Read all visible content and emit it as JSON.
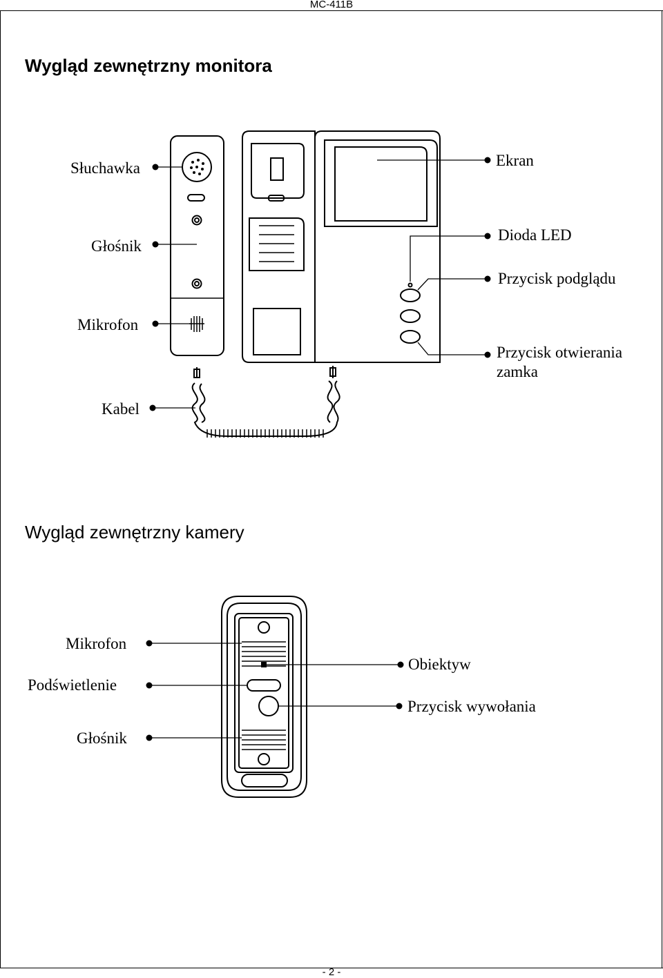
{
  "header": {
    "doc_code": "MC-411B"
  },
  "sections": {
    "monitor": {
      "title": "Wygląd zewnętrzny monitora",
      "labels": {
        "handset": "Słuchawka",
        "speaker": "Głośnik",
        "microphone": "Mikrofon",
        "cable": "Kabel",
        "screen": "Ekran",
        "led": "Dioda LED",
        "preview_button": "Przycisk podglądu",
        "unlock_button_line1": "Przycisk otwierania",
        "unlock_button_line2": "zamka"
      }
    },
    "camera": {
      "title": "Wygląd zewnętrzny kamery",
      "labels": {
        "microphone": "Mikrofon",
        "backlight": "Podświetlenie",
        "speaker": "Głośnik",
        "lens": "Obiektyw",
        "call_button": "Przycisk wywołania"
      }
    }
  },
  "footer": {
    "page_number": "- 2 -"
  }
}
